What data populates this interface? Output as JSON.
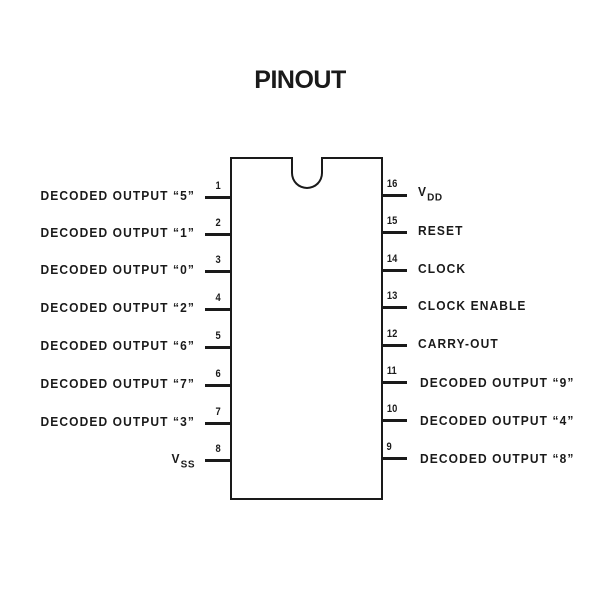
{
  "title": "PINOUT",
  "left_pins": [
    {
      "num": "1",
      "label": "DECODED OUTPUT “5”"
    },
    {
      "num": "2",
      "label": "DECODED OUTPUT “1”"
    },
    {
      "num": "3",
      "label": "DECODED OUTPUT “0”"
    },
    {
      "num": "4",
      "label": "DECODED OUTPUT “2”"
    },
    {
      "num": "5",
      "label": "DECODED OUTPUT “6”"
    },
    {
      "num": "6",
      "label": "DECODED OUTPUT “7”"
    },
    {
      "num": "7",
      "label": "DECODED OUTPUT “3”"
    },
    {
      "num": "8",
      "label": "V",
      "sub": "SS"
    }
  ],
  "right_pins": [
    {
      "num": "16",
      "label": "V",
      "sub": "DD"
    },
    {
      "num": "15",
      "label": "RESET"
    },
    {
      "num": "14",
      "label": "CLOCK"
    },
    {
      "num": "13",
      "label": "CLOCK ENABLE"
    },
    {
      "num": "12",
      "label": "CARRY-OUT"
    },
    {
      "num": "11",
      "label": "DECODED OUTPUT “9”"
    },
    {
      "num": "10",
      "label": "DECODED OUTPUT “4”"
    },
    {
      "num": "9",
      "label": "DECODED OUTPUT “8”"
    }
  ]
}
